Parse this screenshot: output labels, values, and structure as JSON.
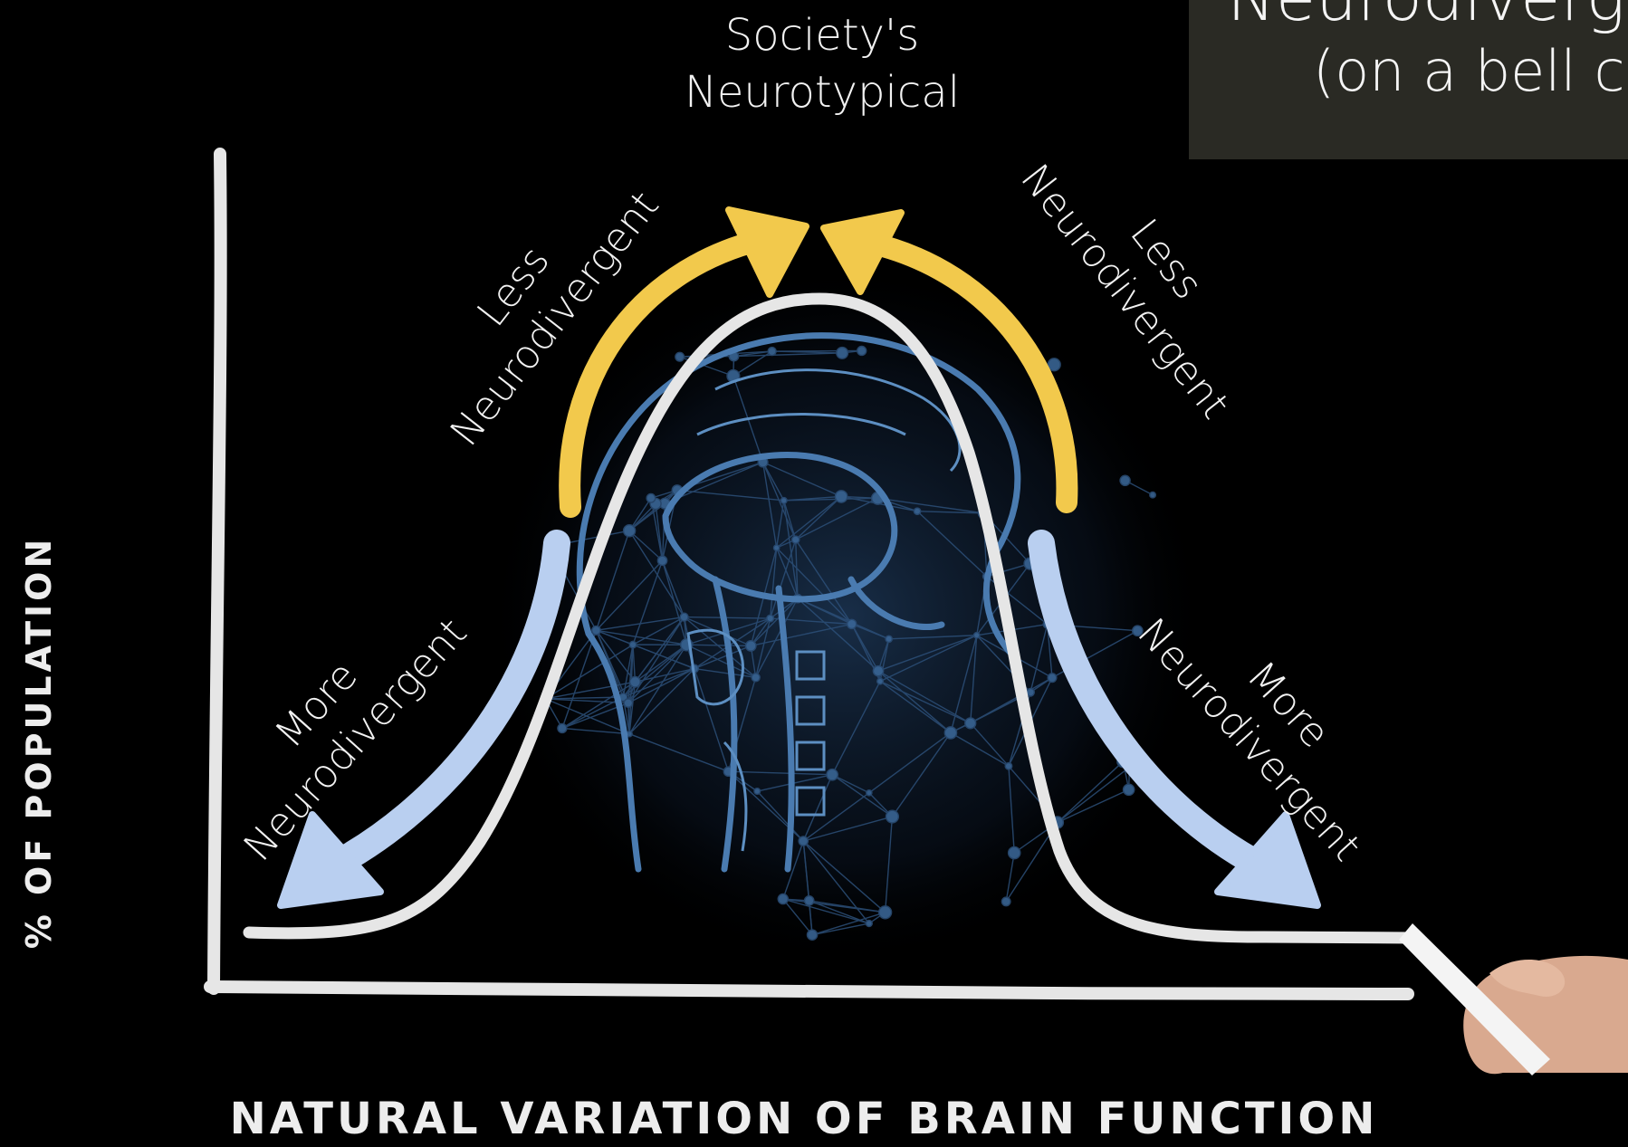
{
  "title_card": {
    "line1": "Neurodivergence",
    "line2": "(on a bell curve)"
  },
  "top_label": {
    "line1": "Society's",
    "line2": "Neurotypical"
  },
  "left_upper": {
    "line1": "Less",
    "line2": "Neurodivergent"
  },
  "right_upper": {
    "line1": "Less",
    "line2": "Neurodivergent"
  },
  "left_lower": {
    "line1": "More",
    "line2": "Neurodivergent"
  },
  "right_lower": {
    "line1": "More",
    "line2": "Neurodivergent"
  },
  "axes": {
    "x_label": "NATURAL VARIATION OF BRAIN FUNCTION",
    "y_label": "% OF POPULATION"
  },
  "colors": {
    "background": "#000000",
    "chalk": "#e6e6e6",
    "arrow_yellow": "#f2c94c",
    "arrow_blue": "#b9cff0",
    "card": "#2a2a24",
    "brain_lines": "#3f6fa3"
  },
  "chart_data": {
    "type": "line",
    "x_label": "NATURAL VARIATION OF BRAIN FUNCTION",
    "y_label": "% OF POPULATION"
  }
}
